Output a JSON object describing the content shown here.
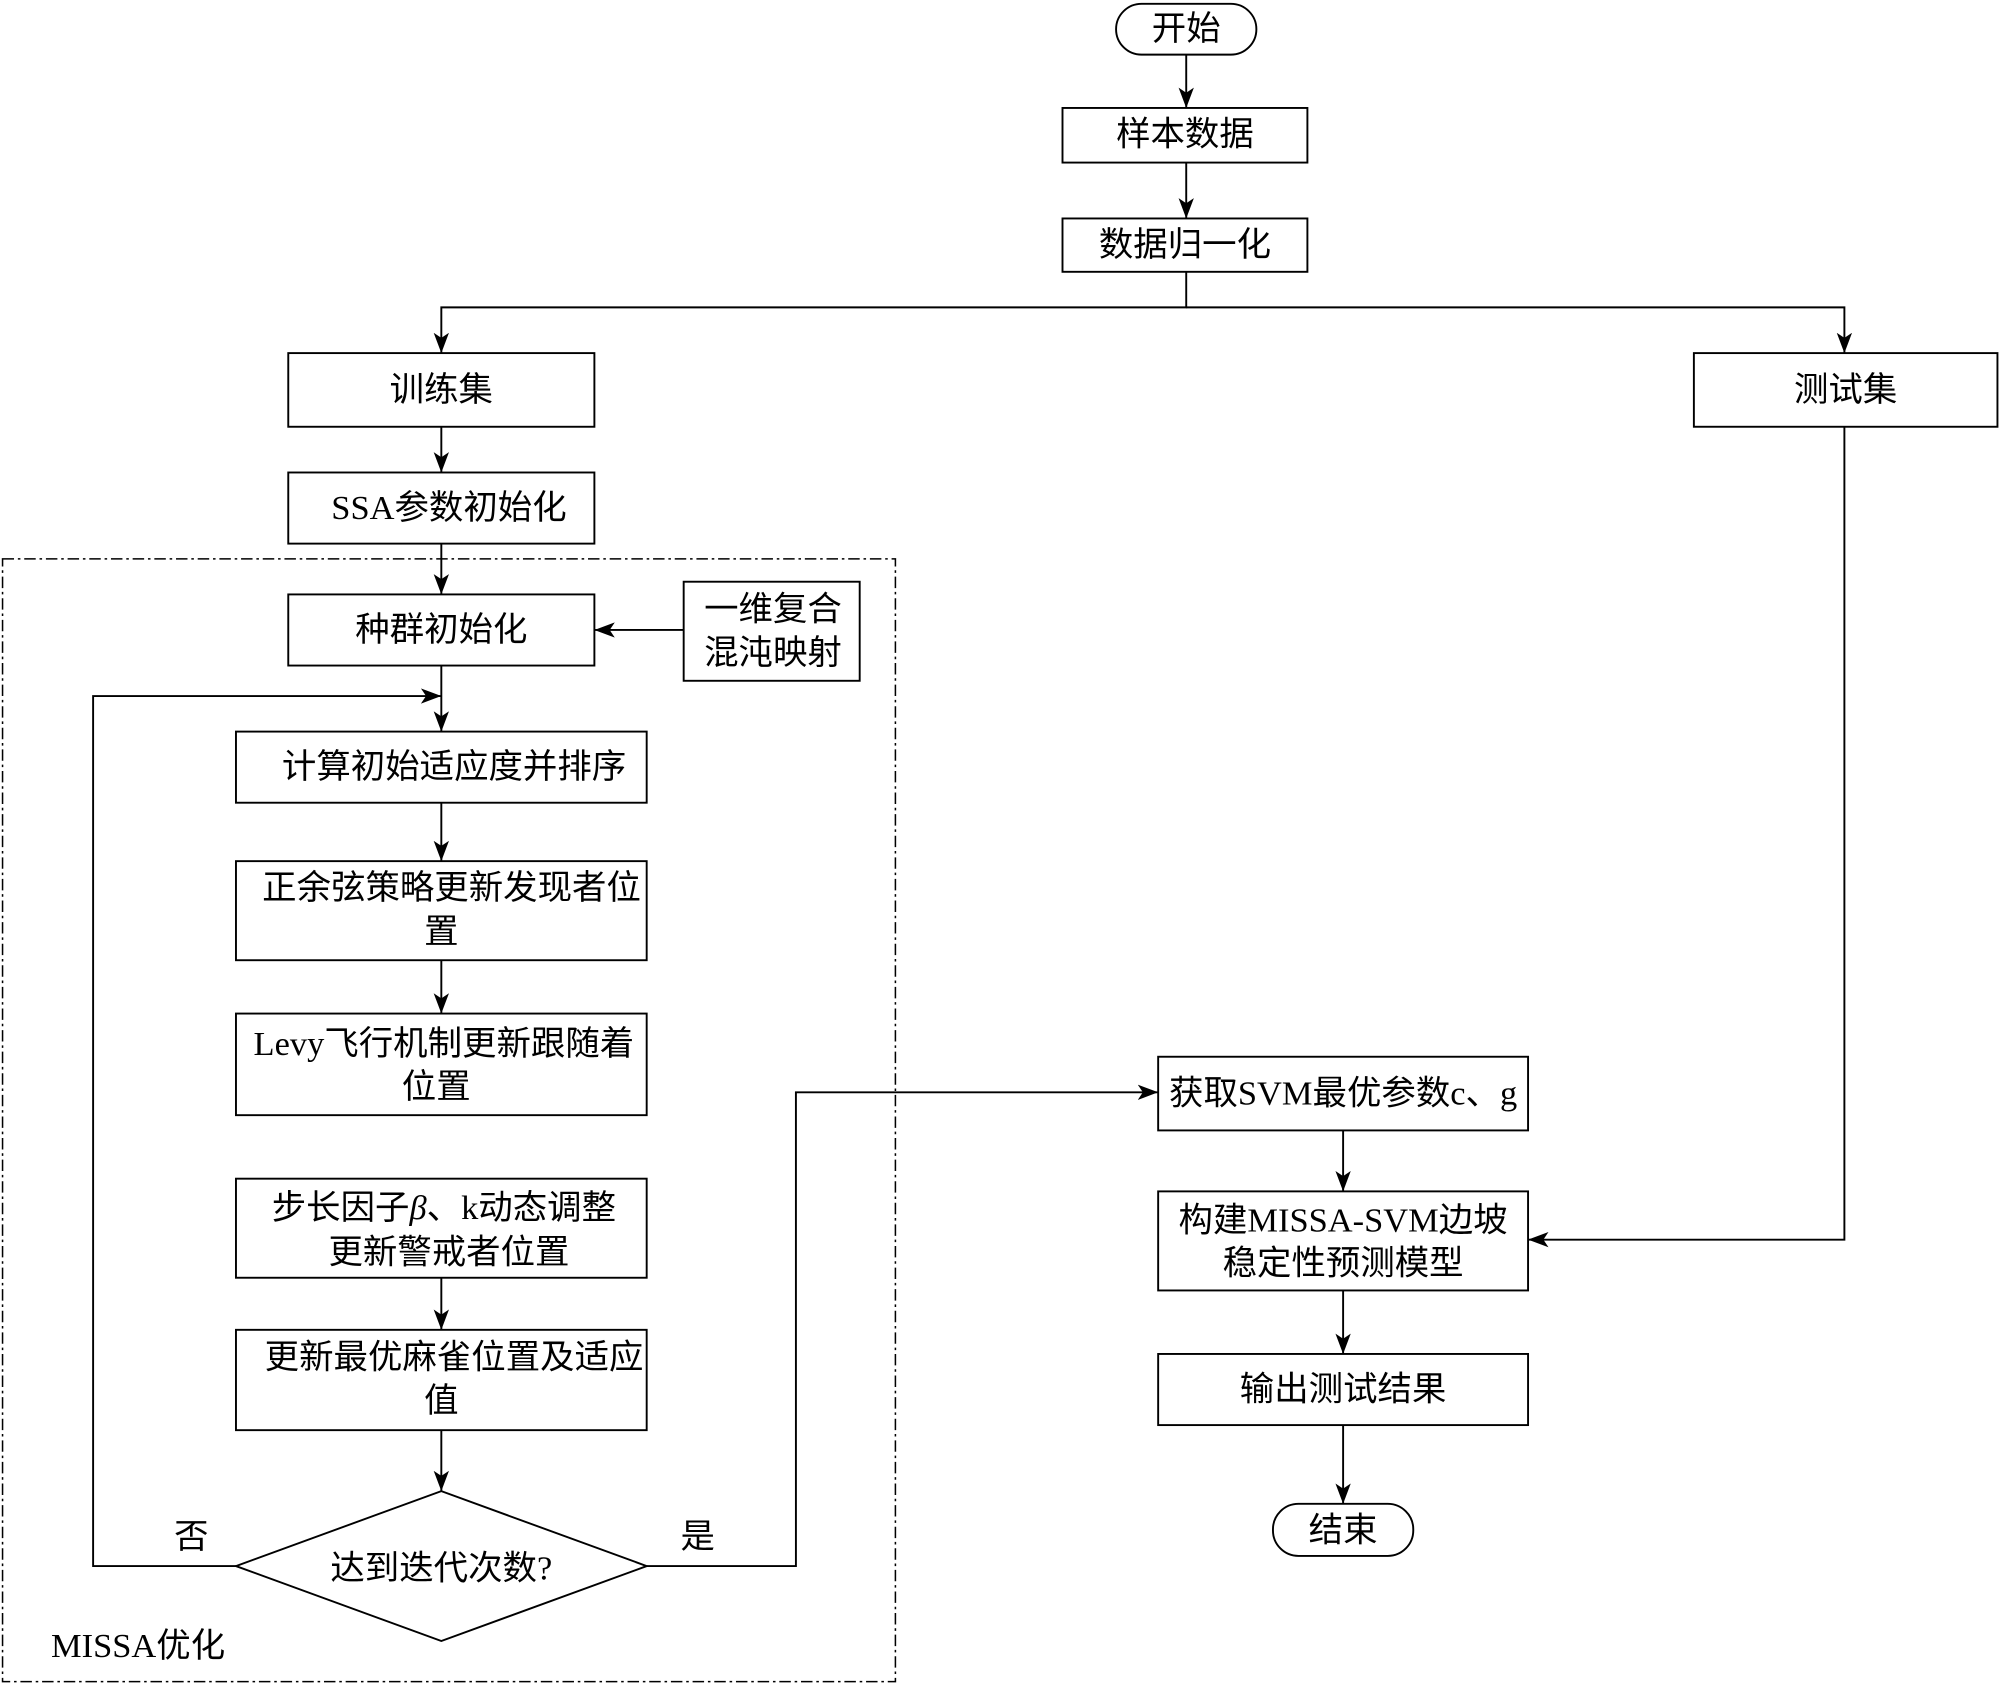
{
  "diagram": {
    "start": "开始",
    "end": "结束",
    "nodes": {
      "sample_data": "样本数据",
      "normalize": "数据归一化",
      "train_set": "训练集",
      "test_set": "测试集",
      "ssa_init": "SSA参数初始化",
      "pop_init": "种群初始化",
      "chaos_map": [
        "一维复合",
        "混沌映射"
      ],
      "fitness": "计算初始适应度并排序",
      "sine_cos": [
        "正余弦策略更新发现者位",
        "置"
      ],
      "levy": [
        "Levy飞行机制更新跟随着",
        "位置"
      ],
      "step": {
        "line1_pre": "步长因子",
        "beta": "β",
        "line1_post": "、k动态调整",
        "line2": "更新警戒者位置"
      },
      "update_best": [
        "更新最优麻雀位置及适应",
        "值"
      ],
      "decision": "达到迭代次数?",
      "svm_params": "获取SVM最优参数c、g",
      "build_model": [
        "构建MISSA-SVM边坡",
        "稳定性预测模型"
      ],
      "output": "输出测试结果"
    },
    "labels": {
      "no": "否",
      "yes": "是",
      "group": "MISSA优化"
    }
  }
}
